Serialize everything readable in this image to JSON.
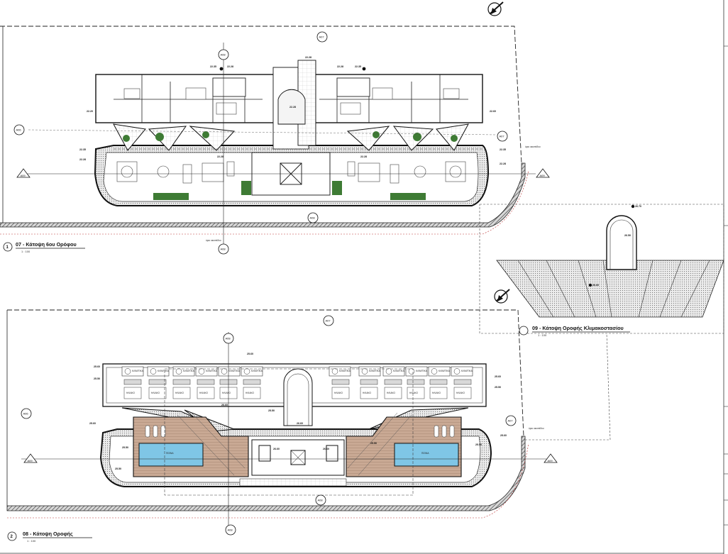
{
  "drawings": [
    {
      "number": "1",
      "title": "07 - Κάτοψη 6ου Ορόφου",
      "scale": "1 : 100"
    },
    {
      "number": "2",
      "title": "08 - Κάτοψη Οροφής",
      "scale": "1 : 100"
    },
    {
      "number": "",
      "title": "09 - Κάτοψη Οροφής Κλιμακοστασίου",
      "scale": "1 : 100"
    }
  ],
  "section_marks": {
    "a06": "A06",
    "a07": "A07",
    "a08": "A08",
    "a09": "A09"
  },
  "callout_text": "όριο οικοπέδου",
  "levels": {
    "l2220": "22.20",
    "l2228": "22.28",
    "l2235": "22.35",
    "l2260": "22.60",
    "l2550": "25.50",
    "l2560": "25.60",
    "l2660": "26.60",
    "l2670": "26.70",
    "l2650": "26.50",
    "l2660b": "26.60"
  },
  "roof_labels": {
    "ac": "ΚΛΙΜ/ΤΙΚΑ",
    "pv": "ΗΛΙΑΚΟ",
    "pool": "ΠΙΣΙΝΑ"
  },
  "colors": {
    "wood": "#c9a994",
    "pool": "#7fc6e6",
    "plant": "#3e7b34",
    "hatch": "#5a5a5a"
  }
}
